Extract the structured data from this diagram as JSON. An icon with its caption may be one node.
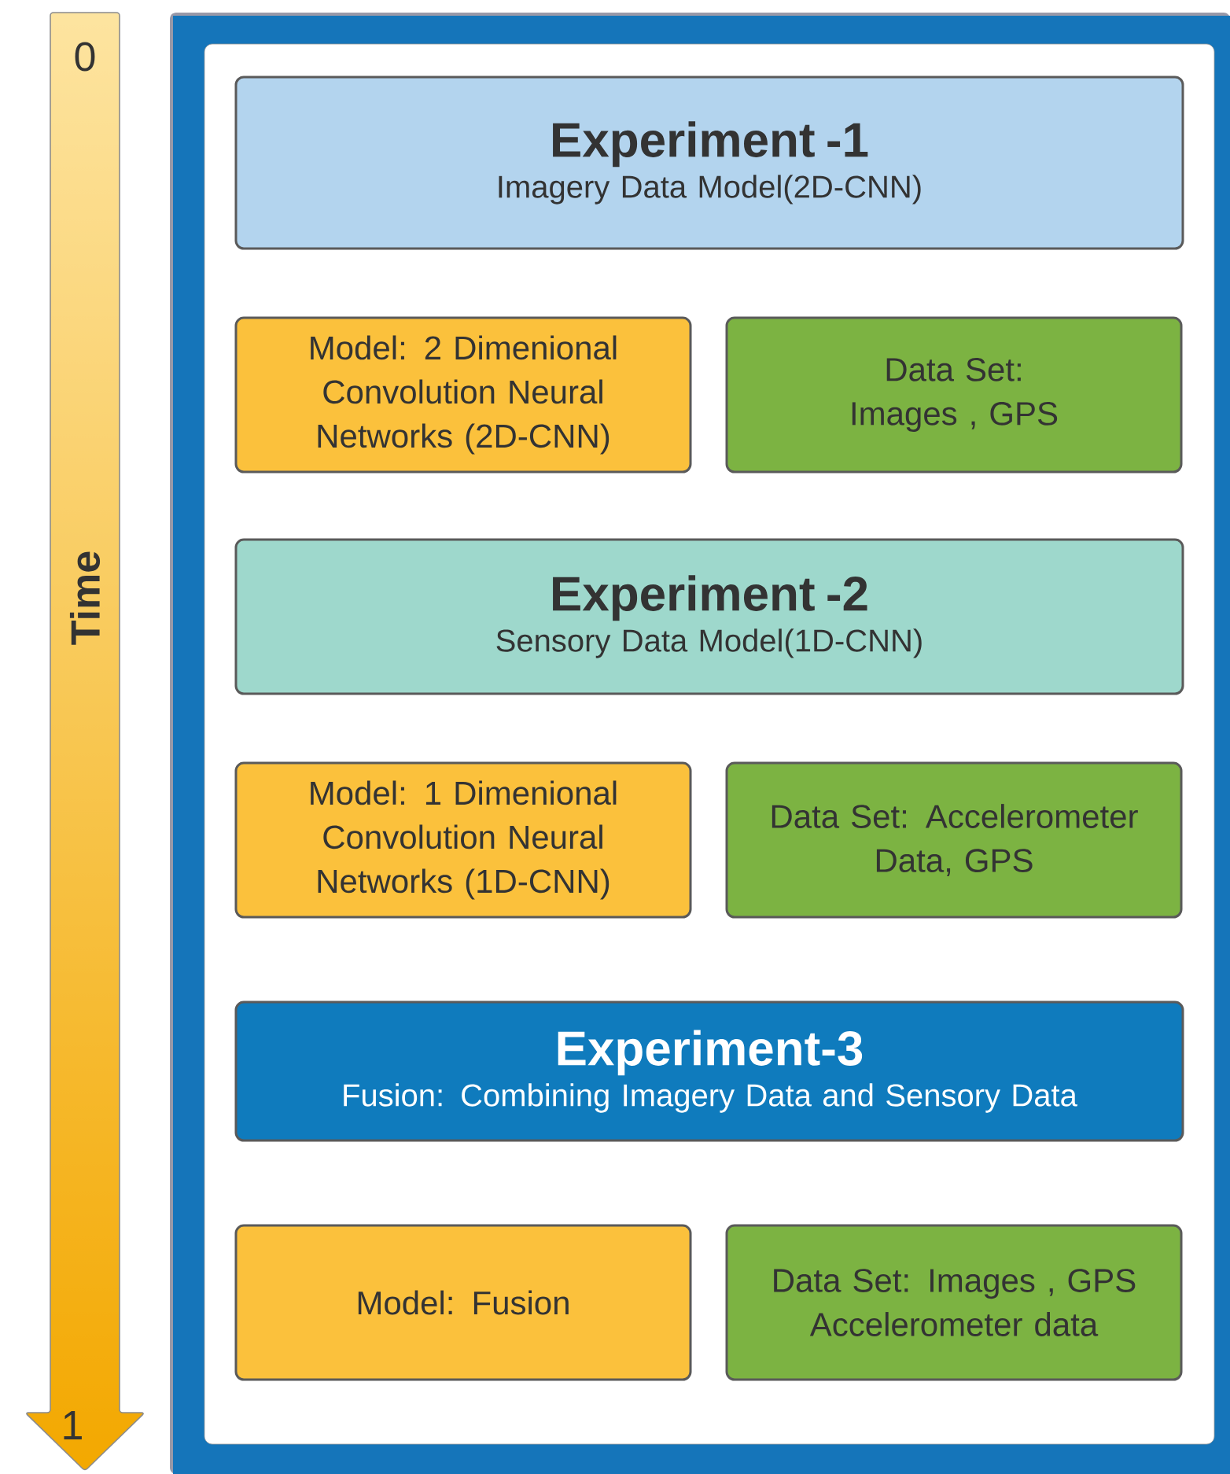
{
  "diagram": {
    "nodes": [
      {
        "text": [
          "Experiment -1",
          "Imagery Data Model(2D-CNN)"
        ]
      },
      {
        "text": [
          "Model: 2 Dimenional Convolution Neural Networks (2D-CNN)"
        ]
      },
      {
        "text": [
          "Data Set: Images , GPS"
        ]
      },
      {
        "text": [
          "Experiment -2",
          "Sensory Data Model(1D-CNN)"
        ]
      },
      {
        "text": [
          "Model: 1 Dimenional Convolution Neural Networks (1D-CNN)"
        ]
      },
      {
        "text": [
          "Data Set: Accelerometer Data, GPS"
        ]
      },
      {
        "text": [
          "Experiment-3",
          "Fusion: Combining Imagery Data and Sensory Data"
        ]
      },
      {
        "text": [
          "Model: Fusion"
        ]
      },
      {
        "text": [
          "Data Set: Images , GPS Accelerometer data"
        ]
      }
    ],
    "labels": [
      "0",
      "Time",
      "1"
    ]
  }
}
